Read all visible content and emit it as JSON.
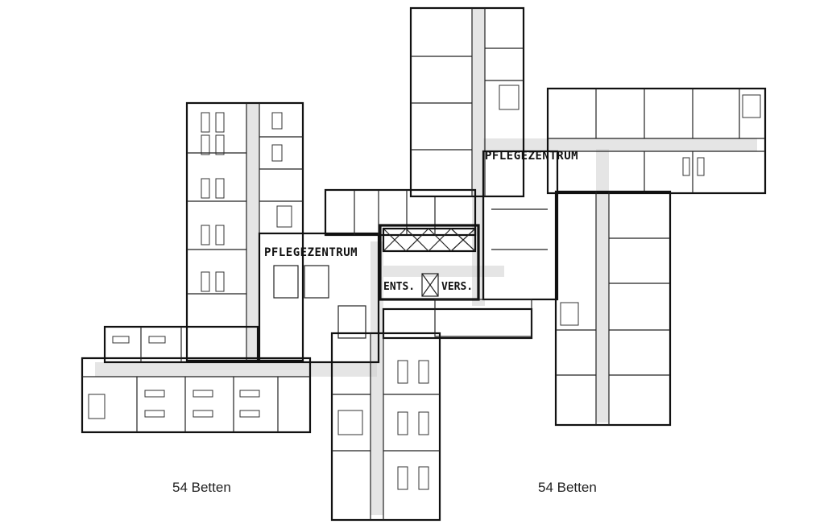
{
  "labels": {
    "pflegezentrum_left": "PFLEGEZENTRUM",
    "pflegezentrum_right": "PFLEGEZENTRUM",
    "ents": "ENTS.",
    "vers": "VERS."
  },
  "captions": {
    "left": "54 Betten",
    "right": "54 Betten"
  }
}
